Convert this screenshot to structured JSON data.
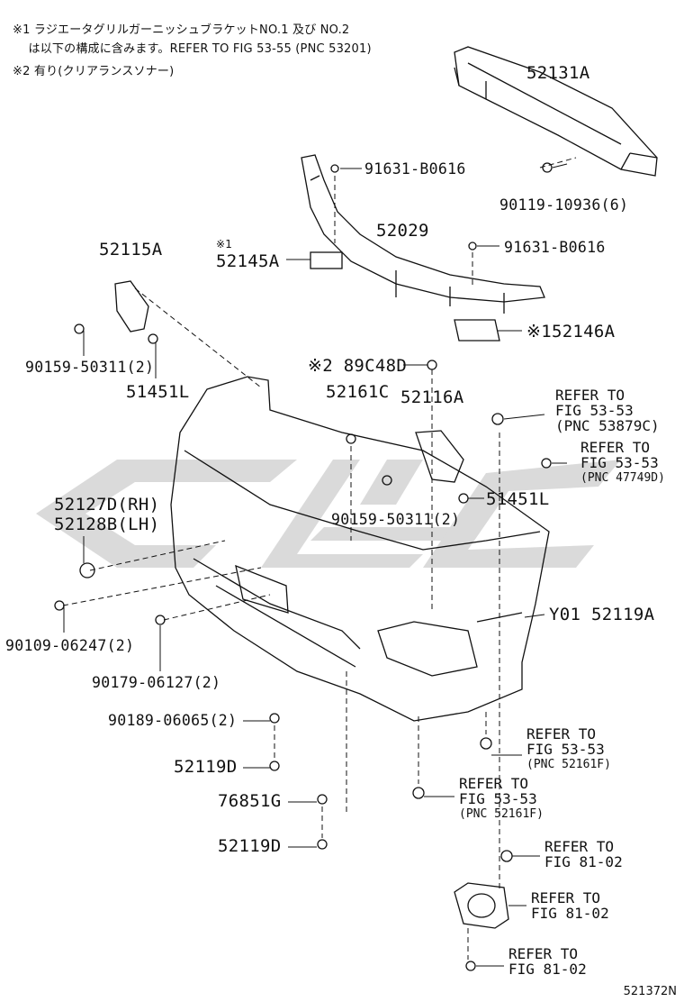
{
  "notes": [
    "※1 ラジエータグリルガーニッシュブラケットNO.1 及び NO.2",
    "　 は以下の構成に含みます。REFER TO FIG 53-55 (PNC 53201)",
    "※2 有り(クリアランスソナー)"
  ],
  "parts": {
    "p52131A": "52131A",
    "p91631a": "91631-B0616",
    "p90119": "90119-10936(6)",
    "p52029": "52029",
    "p52145A_mark": "※1",
    "p52145A": "52145A",
    "p91631b": "91631-B0616",
    "p52146A": "※152146A",
    "p52115A": "52115A",
    "p90159a": "90159-50311(2)",
    "p51451La": "51451L",
    "p89C48D": "※2 89C48D",
    "p52161C": "52161C",
    "p52116A": "52116A",
    "p51451Lb": "51451L",
    "p90159b": "90159-50311(2)",
    "p52127D": "52127D(RH)",
    "p52128B": "52128B(LH)",
    "p90109": "90109-06247(2)",
    "p90179": "90179-06127(2)",
    "p90189": "90189-06065(2)",
    "p52119Da": "52119D",
    "p76851G": "76851G",
    "p52119Db": "52119D",
    "pY01": "Y01 52119A"
  },
  "refs": {
    "r1": {
      "l1": "REFER TO",
      "l2": "FIG 53-53",
      "l3": "(PNC 53879C)"
    },
    "r2": {
      "l1": "REFER TO",
      "l2": "FIG 53-53",
      "l3": "(PNC 47749D)"
    },
    "r3": {
      "l1": "REFER TO",
      "l2": "FIG 53-53",
      "l3": "(PNC 52161F)"
    },
    "r4": {
      "l1": "REFER TO",
      "l2": "FIG 53-53",
      "l3": "(PNC 52161F)"
    },
    "r5": {
      "l1": "REFER TO",
      "l2": "FIG 81-02"
    },
    "r6": {
      "l1": "REFER TO",
      "l2": "FIG 81-02"
    },
    "r7": {
      "l1": "REFER TO",
      "l2": "FIG 81-02"
    }
  },
  "diagram_code": "521372N",
  "colors": {
    "line": "#111111",
    "watermark": "#d4d4d4"
  }
}
